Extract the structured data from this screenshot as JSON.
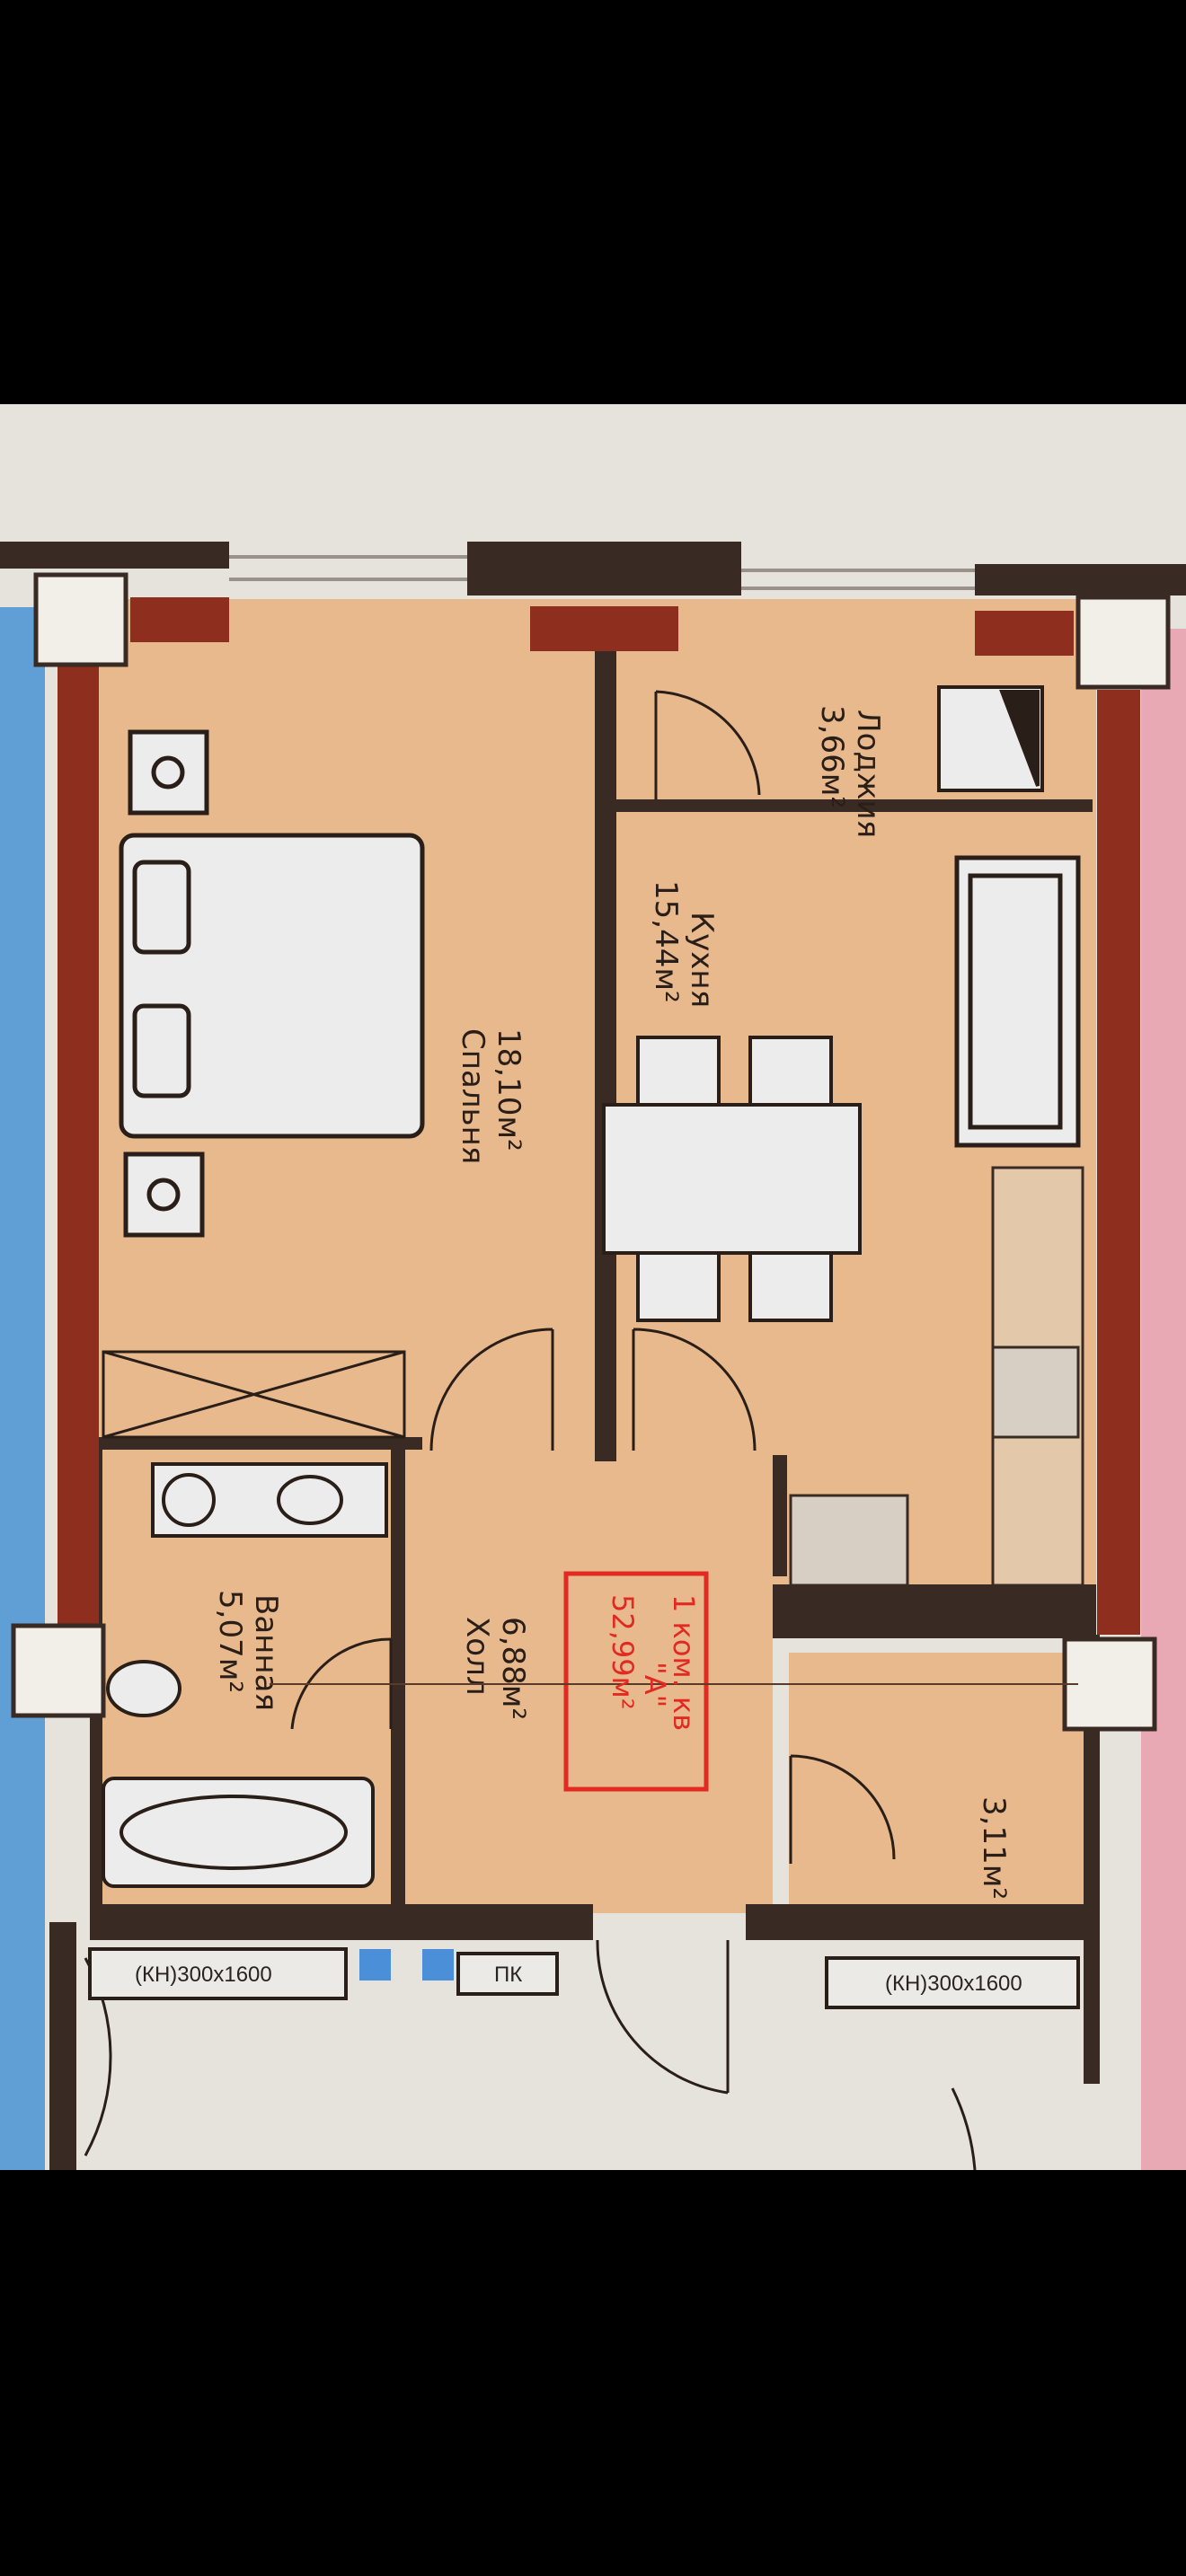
{
  "plan": {
    "rooms": {
      "loggia": {
        "name": "Лоджия",
        "area": "3,66м²"
      },
      "kitchen": {
        "name": "Кухня",
        "area": "15,44м²"
      },
      "bedroom": {
        "area": "18,10м²",
        "name": "Спальня"
      },
      "hall": {
        "area": "6,88м²",
        "name": "Холл"
      },
      "bathroom": {
        "name": "Ванная",
        "area": "5,07м²"
      },
      "storage": {
        "area": "3,11м²"
      }
    },
    "apartment": {
      "line1": "1 ком. кв",
      "line2": "\"А\"",
      "line3": "52,99м²"
    },
    "radiator_left": "(КН)300х1600",
    "radiator_right": "(КН)300х1600",
    "pk_label": "ПК"
  },
  "colors": {
    "floor": "#e9b98e",
    "paper": "#e6e3dc",
    "wall": "#3a2a24",
    "column": "#8e2e1e",
    "accent_red": "#e02a22",
    "left_neighbor": "#5f9fd6",
    "right_neighbor": "#e8a8b4"
  }
}
